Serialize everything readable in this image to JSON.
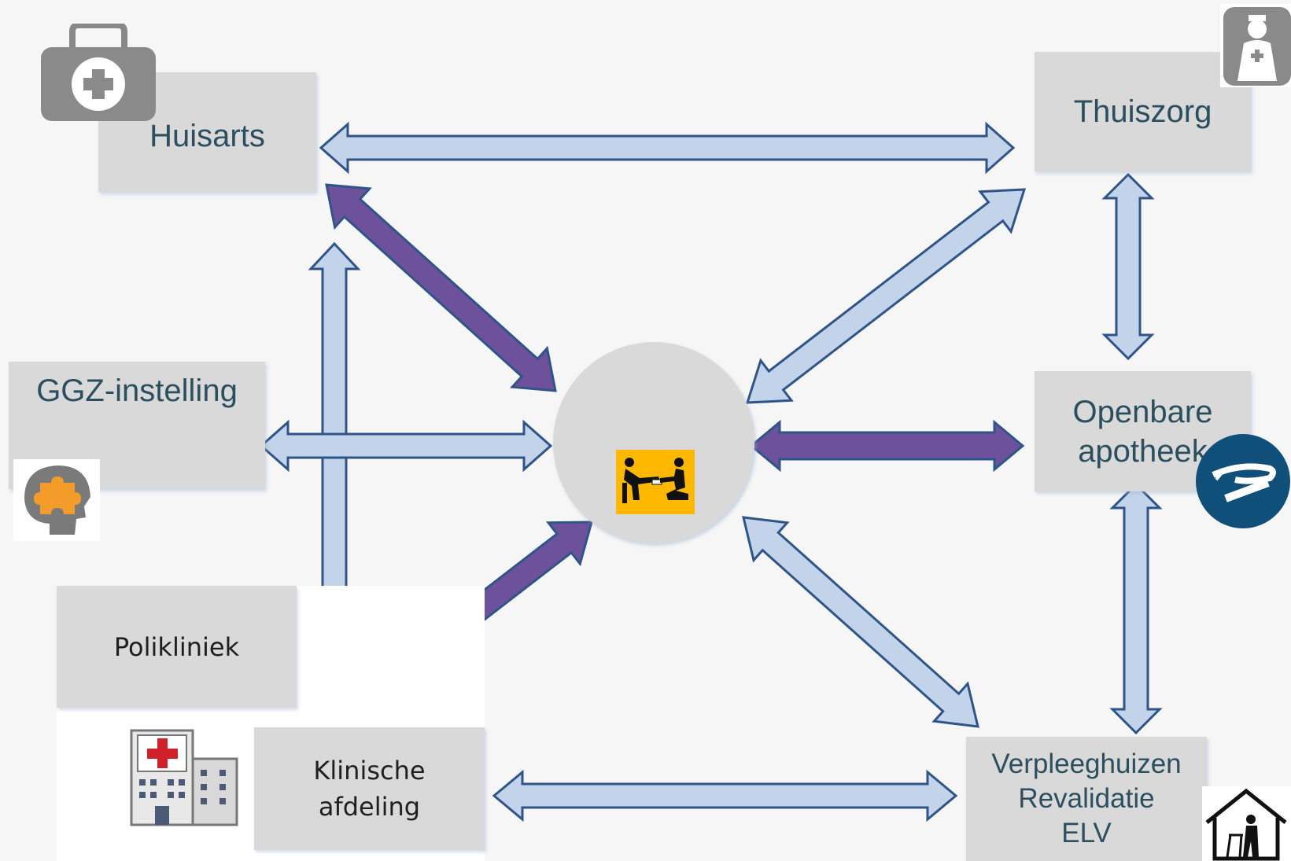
{
  "nodes": {
    "huisarts": "Huisarts",
    "thuiszorg": "Thuiszorg",
    "ggz": "GGZ-instelling",
    "apotheek_line1": "Openbare",
    "apotheek_line2": "apotheek",
    "polikliniek": "Polikliniek",
    "klinisch_line1": "Klinische",
    "klinisch_line2": "afdeling",
    "verpleeg_line1": "Verpleeghuizen",
    "verpleeg_line2": "Revalidatie",
    "verpleeg_line3": "ELV"
  },
  "colors": {
    "light_arrow_fill": "#c3d4ea",
    "purple_arrow_fill": "#6e519b",
    "arrow_stroke": "#2f5487",
    "box_fill": "#d9d9d9",
    "text": "#2b4f5e",
    "center_icon_bg": "#ffb800"
  },
  "icons": {
    "huisarts": "medical-kit-icon",
    "thuiszorg": "nurse-icon",
    "ggz": "brain-puzzle-icon",
    "apotheek": "pharmacy-icon",
    "klinisch": "hospital-icon",
    "verpleeg": "elderly-home-icon",
    "center": "consultation-icon"
  }
}
